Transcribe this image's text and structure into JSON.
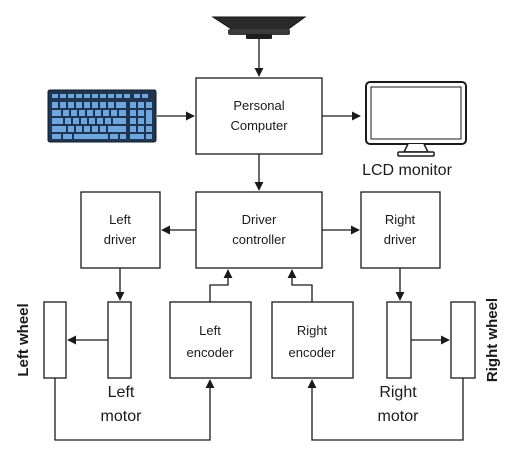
{
  "boxes": {
    "pc": [
      "Personal",
      "Computer"
    ],
    "driver_controller": [
      "Driver",
      "controller"
    ],
    "left_driver": [
      "Left",
      "driver"
    ],
    "right_driver": [
      "Right",
      "driver"
    ],
    "left_encoder": [
      "Left",
      "encoder"
    ],
    "right_encoder": [
      "Right",
      "encoder"
    ]
  },
  "captions": {
    "lcd_monitor": "LCD monitor",
    "left_motor": [
      "Left",
      "motor"
    ],
    "right_motor": [
      "Right",
      "motor"
    ],
    "left_wheel": "Left wheel",
    "right_wheel": "Right wheel"
  },
  "icons": [
    "projector-icon",
    "keyboard-icon",
    "lcd-monitor-icon"
  ],
  "colors": {
    "line": "#1a1a1a",
    "keyboard_body": "#1f3550",
    "keyboard_keys": "#6ea7e0"
  }
}
